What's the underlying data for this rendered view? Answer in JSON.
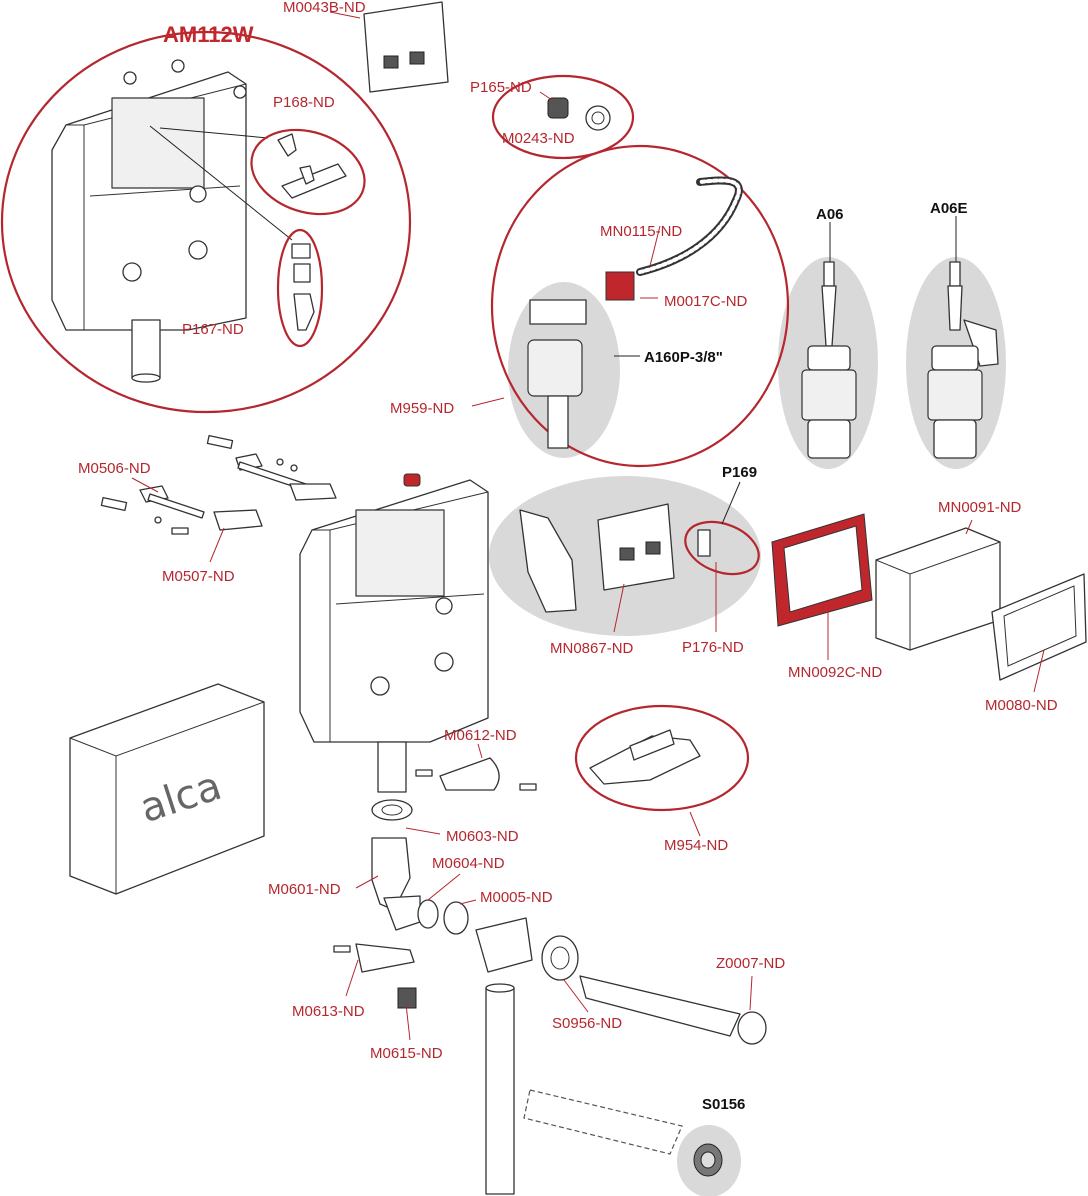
{
  "title": "AM112W",
  "labels": {
    "m0043b": "M0043B-ND",
    "p168": "P168-ND",
    "p167": "P167-ND",
    "p165": "P165-ND",
    "m0243": "M0243-ND",
    "mn0115": "MN0115-ND",
    "m0017c": "M0017C-ND",
    "a160p": "A160P-3/8\"",
    "m959": "M959-ND",
    "a06": "A06",
    "a06e": "A06E",
    "m0506": "M0506-ND",
    "m0507": "M0507-ND",
    "p169": "P169",
    "mn0091": "MN0091-ND",
    "mn0867": "MN0867-ND",
    "p176": "P176-ND",
    "mn0092c": "MN0092C-ND",
    "m0080": "M0080-ND",
    "m0612": "M0612-ND",
    "m0603": "M0603-ND",
    "m0604": "M0604-ND",
    "m0601": "M0601-ND",
    "m0005": "M0005-ND",
    "m954": "M954-ND",
    "z0007": "Z0007-ND",
    "m0613": "M0613-ND",
    "s0956": "S0956-ND",
    "m0615": "M0615-ND",
    "s0156": "S0156"
  },
  "logo_text": "alca",
  "colors": {
    "label_red": "#b5272e",
    "title_red": "#c1272d",
    "group_grey": "#d9d9d9",
    "frame_red": "#c0272d"
  }
}
